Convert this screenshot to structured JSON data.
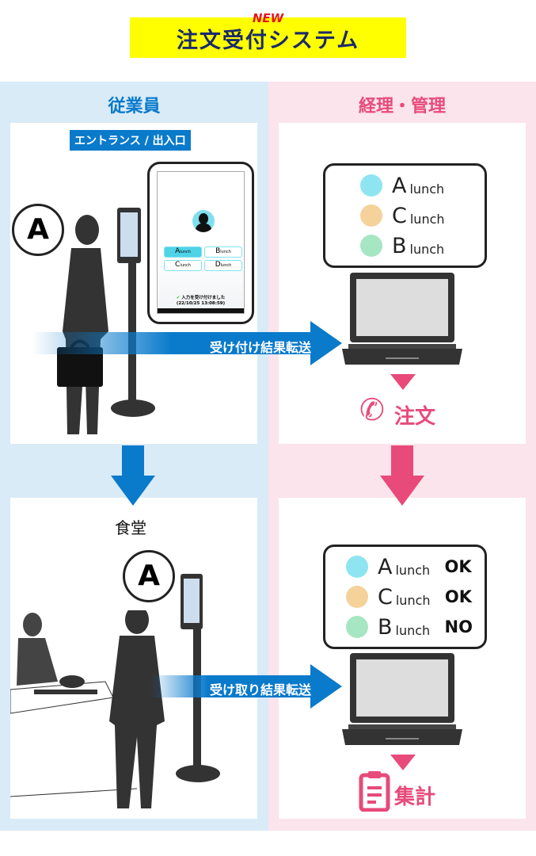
{
  "title": {
    "badge": "NEW",
    "text": "注文受付システム"
  },
  "columns": {
    "left": "従業員",
    "right": "経理・管理"
  },
  "entrance": {
    "label": "エントランス / 出入口"
  },
  "tablet": {
    "buttons": [
      {
        "letter": "A",
        "suffix": "lunch"
      },
      {
        "letter": "B",
        "suffix": "lunch"
      },
      {
        "letter": "C",
        "suffix": "lunch"
      },
      {
        "letter": "D",
        "suffix": "lunch"
      }
    ],
    "message": "入力を受け付けました",
    "timestamp": "(22/10/25 13:08:59)"
  },
  "speech_letter": "A",
  "transfer1": "受け付け結果転送",
  "orders": [
    {
      "letter": "A",
      "suffix": "lunch"
    },
    {
      "letter": "C",
      "suffix": "lunch"
    },
    {
      "letter": "B",
      "suffix": "lunch"
    }
  ],
  "order_action": "注文",
  "cafeteria": {
    "label": "食堂"
  },
  "transfer2": "受け取り結果転送",
  "results": [
    {
      "letter": "A",
      "suffix": "lunch",
      "status": "OK"
    },
    {
      "letter": "C",
      "suffix": "lunch",
      "status": "OK"
    },
    {
      "letter": "B",
      "suffix": "lunch",
      "status": "NO"
    }
  ],
  "tally_action": "集計",
  "colors": {
    "blue": "#0a7acb",
    "pink": "#e84a7a",
    "yellow": "#ffff00",
    "light_blue": "#d9ebf7",
    "light_pink": "#fbe4eb"
  }
}
